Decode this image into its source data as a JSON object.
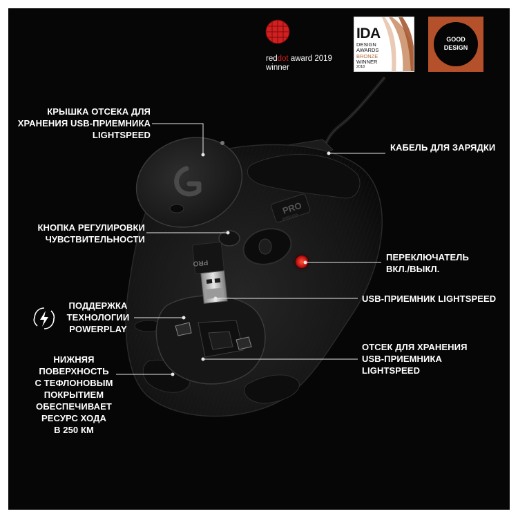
{
  "awards": {
    "reddot_prefix": "red",
    "reddot_mark": "dot",
    "reddot_suffix": " award 2019",
    "reddot_winner": "winner",
    "ida_title": "IDA",
    "ida_line1": "DESIGN",
    "ida_line2": "AWARDS",
    "ida_line3": "BRONZE",
    "ida_line4": "WINNER",
    "ida_year": "2018",
    "good_line1": "GOOD",
    "good_line2": "DESIGN"
  },
  "labels": {
    "cover_l1": "КРЫШКА ОТСЕКА ДЛЯ",
    "cover_l2": "ХРАНЕНИЯ USB-ПРИЕМНИКА",
    "cover_l3": "LIGHTSPEED",
    "dpi_l1": "КНОПКА РЕГУЛИРОВКИ",
    "dpi_l2": "ЧУВСТВИТЕЛЬНОСТИ",
    "powerplay_l1": "ПОДДЕРЖКА",
    "powerplay_l2": "ТЕХНОЛОГИИ",
    "powerplay_l3": "POWERPLAY",
    "feet_l1": "НИЖНЯЯ",
    "feet_l2": "ПОВЕРХНОСТЬ",
    "feet_l3": "С ТЕФЛОНОВЫМ",
    "feet_l4": "ПОКРЫТИЕМ",
    "feet_l5": "ОБЕСПЕЧИВАЕТ",
    "feet_l6": "РЕСУРС ХОДА",
    "feet_l7": "В 250 КМ",
    "cable": "КАБЕЛЬ ДЛЯ ЗАРЯДКИ",
    "switch_l1": "ПЕРЕКЛЮЧАТЕЛЬ",
    "switch_l2": "ВКЛ./ВЫКЛ.",
    "receiver": "USB-ПРИЕМНИК LIGHTSPEED",
    "storage_l1": "ОТСЕК ДЛЯ ХРАНЕНИЯ",
    "storage_l2": "USB-ПРИЕМНИКА",
    "storage_l3": "LIGHTSPEED"
  },
  "product": {
    "pro_badge": "PRO",
    "pro_sub": "WIRELESS",
    "dongle_text": "PRO"
  },
  "colors": {
    "background": "#060606",
    "reddot_red": "#d21f1f",
    "good_design_orange": "#b5512a",
    "switch_red": "#e02020"
  },
  "icons": {
    "cover_logo": "g-logo-icon",
    "powerplay": "powerplay-icon",
    "reddot": "reddot-award-icon"
  }
}
